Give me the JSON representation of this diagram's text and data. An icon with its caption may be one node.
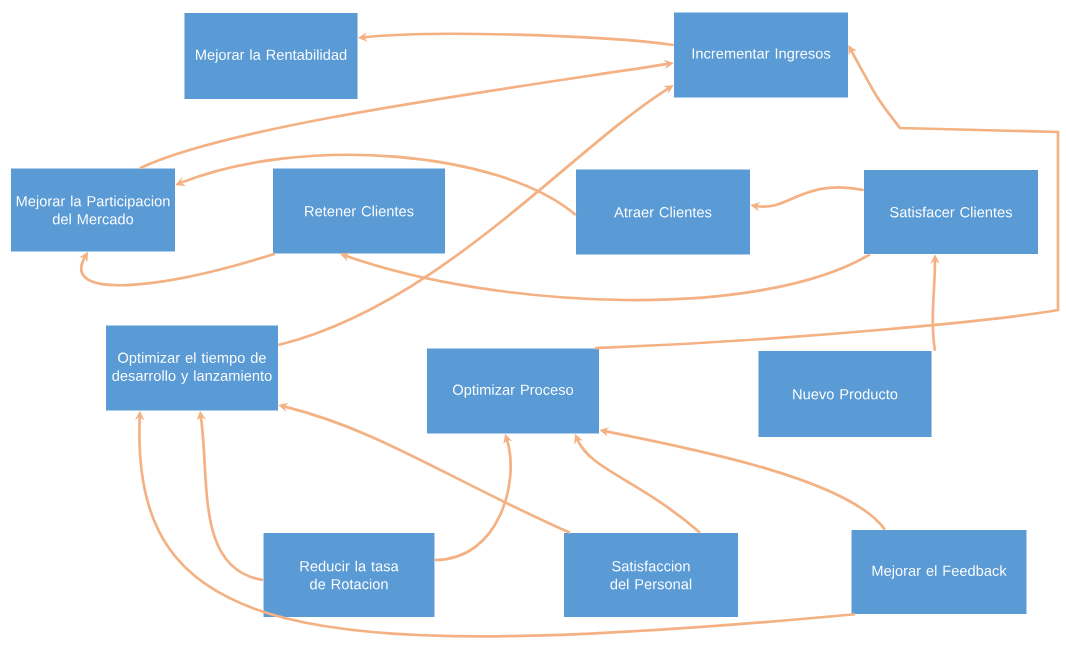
{
  "diagram": {
    "nodes": [
      {
        "text": [
          "Mejorar la Rentabilidad"
        ]
      },
      {
        "text": [
          "Incrementar Ingresos"
        ]
      },
      {
        "text": [
          "Mejorar la Participacion del Mercado"
        ]
      },
      {
        "text": [
          "Retener Clientes"
        ]
      },
      {
        "text": [
          "Atraer Clientes"
        ]
      },
      {
        "text": [
          "Satisfacer Clientes"
        ]
      },
      {
        "text": [
          "Optimizar el tiempo de desarrollo y lanzamiento"
        ]
      },
      {
        "text": [
          "Optimizar Proceso"
        ]
      },
      {
        "text": [
          "Nuevo Producto"
        ]
      },
      {
        "text": [
          "Reducir la tasa de Rotacion"
        ]
      },
      {
        "text": [
          "Satisfaccion del Personal"
        ]
      },
      {
        "text": [
          "Mejorar el Feedback"
        ]
      }
    ],
    "edges": [
      {
        "from": 1,
        "to": 0,
        "arrow": "to"
      },
      {
        "from": 2,
        "to": 1,
        "arrow": "to"
      },
      {
        "from": 4,
        "to": 2,
        "arrow": "to"
      },
      {
        "from": 5,
        "to": 4,
        "arrow": "to"
      },
      {
        "from": 5,
        "to": 3,
        "arrow": "to"
      },
      {
        "from": 3,
        "to": 2,
        "arrow": "to"
      },
      {
        "from": 6,
        "to": 1,
        "arrow": "to"
      },
      {
        "from": 8,
        "to": 5,
        "arrow": "to"
      },
      {
        "from": 7,
        "to": 1,
        "arrow": "to"
      },
      {
        "from": 9,
        "to": 6,
        "arrow": "to"
      },
      {
        "from": 9,
        "to": 7,
        "arrow": "to"
      },
      {
        "from": 10,
        "to": 6,
        "arrow": "to"
      },
      {
        "from": 10,
        "to": 7,
        "arrow": "to"
      },
      {
        "from": 11,
        "to": 7,
        "arrow": "to"
      },
      {
        "from": 11,
        "to": 6,
        "arrow": "to"
      }
    ]
  }
}
